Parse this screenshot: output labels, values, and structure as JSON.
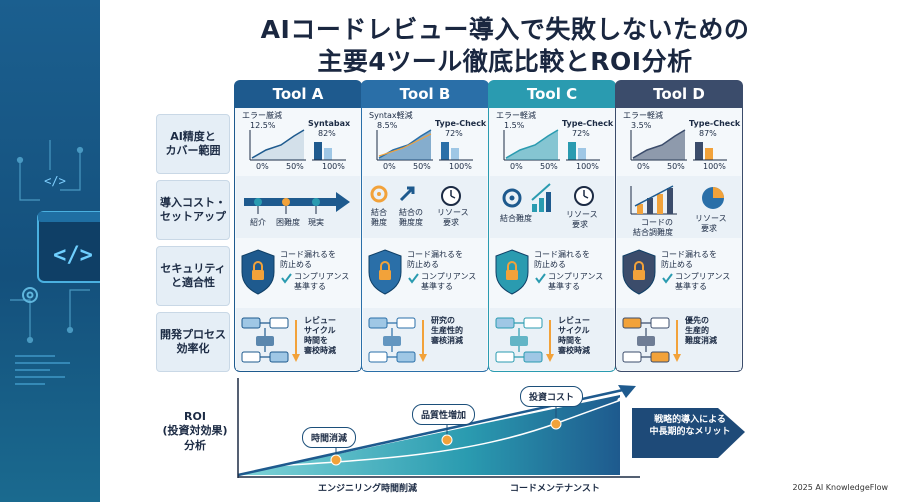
{
  "title": {
    "line1": "AIコードレビュー導入で失敗しないための",
    "line2": "主要4ツール徹底比較とROI分析"
  },
  "row_labels": [
    "AI精度と\nカバー範囲",
    "導入コスト・\nセットアップ",
    "セキュリティ\nと適合性",
    "開発プロセス\n効率化"
  ],
  "tools": [
    {
      "name": "Tool A",
      "color": "#1e5a8e",
      "accuracy": {
        "left_label": "エラー厳減",
        "left_value": "12.5%",
        "right_label": "Syntabax",
        "right_value": "82%",
        "tick0": "0%",
        "tick1": "50%",
        "tick2": "100%"
      },
      "setup": [
        "紹介",
        "困難度",
        "現実"
      ],
      "security": {
        "line1": "コード漏れるを",
        "line2": "防止める",
        "check": "コンプリアンス",
        "check2": "基準する"
      },
      "process": [
        "レビュー",
        "サイクル",
        "時間を",
        "審校時減"
      ]
    },
    {
      "name": "Tool B",
      "color": "#2a6fa8",
      "accuracy": {
        "left_label": "Syntax軽減",
        "left_value": "8.5%",
        "right_label": "Type-Check",
        "right_value": "72%",
        "tick0": "0%",
        "tick1": "50%",
        "tick2": "100%"
      },
      "setup": [
        "結合",
        "難度",
        "結合の",
        "難度度",
        "リソース",
        "要求"
      ],
      "security": {
        "line1": "コード漏れるを",
        "line2": "防止める",
        "check": "コンプリアンス",
        "check2": "基準する"
      },
      "process": [
        "研究の",
        "生産性的",
        "審核消減"
      ]
    },
    {
      "name": "Tool C",
      "color": "#2a9bb0",
      "accuracy": {
        "left_label": "エラー軽減",
        "left_value": "1.5%",
        "right_label": "Type-Check",
        "right_value": "72%",
        "tick0": "0%",
        "tick1": "50%",
        "tick2": "100%"
      },
      "setup": [
        "結合難度",
        "リソース",
        "要求"
      ],
      "security": {
        "line1": "コード漏れるを",
        "line2": "防止める",
        "check": "コンプリアンス",
        "check2": "基準する"
      },
      "process": [
        "レビュー",
        "サイクル",
        "時間を",
        "審校時減"
      ]
    },
    {
      "name": "Tool D",
      "color": "#3b4c6b",
      "accuracy": {
        "left_label": "エラー軽減",
        "left_value": "3.5%",
        "right_label": "Type-Check",
        "right_value": "87%",
        "tick0": "0%",
        "tick1": "50%",
        "tick2": "100%"
      },
      "setup": [
        "コードの",
        "結合調難度",
        "リソース",
        "要求"
      ],
      "security": {
        "line1": "コード漏れるを",
        "line2": "防止める",
        "check": "コンプリアンス",
        "check2": "基準する"
      },
      "process": [
        "優先の",
        "生産的",
        "難度消減"
      ]
    }
  ],
  "roi": {
    "label": "ROI\n(投資対効果)\n分析",
    "callouts": [
      "時間消減",
      "品質性増加",
      "投資コスト"
    ],
    "x_labels": [
      "エンジニリング時間削減",
      "コードメンテナンスト"
    ],
    "arrow_text": "戦略的導入による\n中長期的なメリット"
  },
  "copyright": "2025 AI KnowledgeFlow"
}
